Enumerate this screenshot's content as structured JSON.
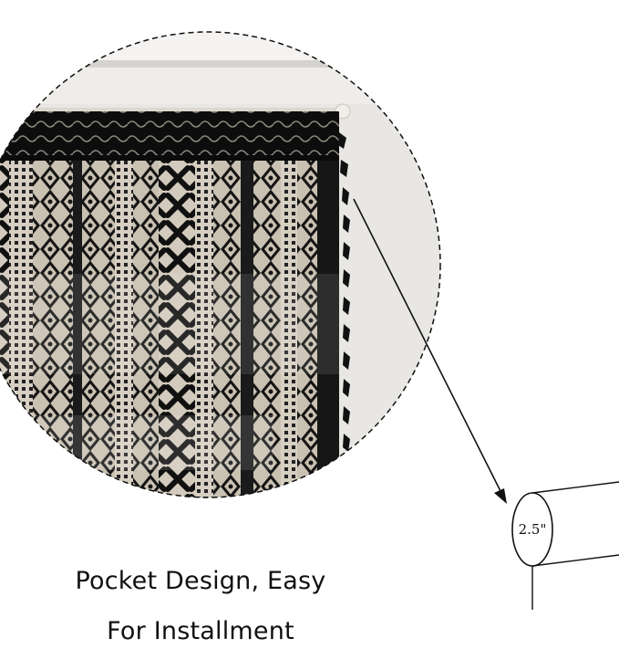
{
  "caption": {
    "line1": "Pocket Design, Easy",
    "line2": "For Installment"
  },
  "rod_diagram": {
    "pocket_size_label": "2.5\""
  },
  "colors": {
    "curtain": "#141414",
    "lace_light": "#cfc7b9",
    "wall": "#e9e8e6",
    "outline": "#111111"
  }
}
